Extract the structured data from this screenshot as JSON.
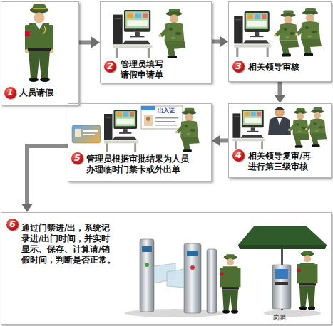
{
  "diagram": {
    "nodes": [
      {
        "text": [
          "1",
          "人员请假"
        ]
      },
      {
        "text": [
          "2",
          "管理员填写请假申请单"
        ]
      },
      {
        "text": [
          "3",
          "相关领导审核"
        ]
      },
      {
        "text": [
          "4",
          "相关领导复审/再进行第三级审核"
        ]
      },
      {
        "text": [
          "5",
          "管理员根据审批结果为人员办理临时门禁卡或外出单"
        ]
      },
      {
        "text": [
          "6",
          "通过门禁进/出，系统记录进/出门时间，并实时显示、保存、计算请/销假时间，判断是否正常。"
        ]
      }
    ],
    "edges": [
      {
        "from": 0,
        "to": 1,
        "arrow": "to"
      },
      {
        "from": 1,
        "to": 2,
        "arrow": "to"
      },
      {
        "from": 2,
        "to": 3,
        "arrow": "to"
      },
      {
        "from": 3,
        "to": 4,
        "arrow": "to"
      },
      {
        "from": 4,
        "to": 5,
        "arrow": "to"
      }
    ],
    "labels": [
      "出入证",
      "岗哨"
    ]
  }
}
